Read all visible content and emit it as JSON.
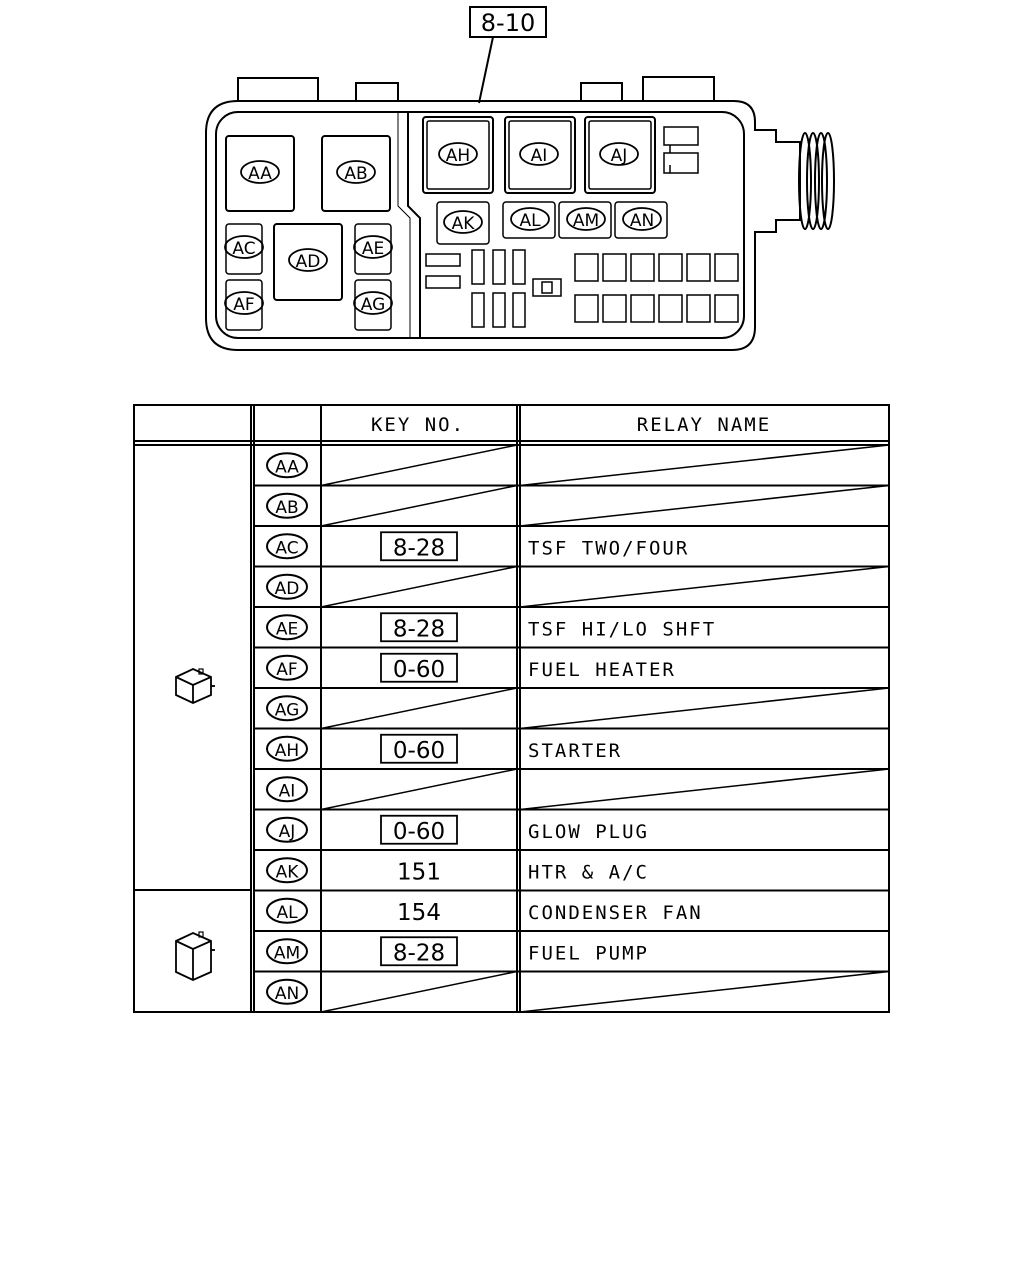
{
  "reference_box": "8-10",
  "fuse_box": {
    "large_relays": [
      "AA",
      "AB",
      "AD"
    ],
    "small_relays": [
      "AC",
      "AE",
      "AF",
      "AG"
    ],
    "top_relays": [
      "AH",
      "AI",
      "AJ"
    ],
    "row_relays": [
      "AK",
      "AL",
      "AM",
      "AN"
    ]
  },
  "table": {
    "headers": {
      "key": "KEY NO.",
      "name": "RELAY NAME"
    },
    "rows": [
      {
        "code": "AA",
        "key": "",
        "key_boxed": false,
        "name": ""
      },
      {
        "code": "AB",
        "key": "",
        "key_boxed": false,
        "name": ""
      },
      {
        "code": "AC",
        "key": "8-28",
        "key_boxed": true,
        "name": "TSF TWO/FOUR"
      },
      {
        "code": "AD",
        "key": "",
        "key_boxed": false,
        "name": ""
      },
      {
        "code": "AE",
        "key": "8-28",
        "key_boxed": true,
        "name": "TSF HI/LO SHFT"
      },
      {
        "code": "AF",
        "key": "0-60",
        "key_boxed": true,
        "name": "FUEL HEATER"
      },
      {
        "code": "AG",
        "key": "",
        "key_boxed": false,
        "name": ""
      },
      {
        "code": "AH",
        "key": "0-60",
        "key_boxed": true,
        "name": "STARTER"
      },
      {
        "code": "AI",
        "key": "",
        "key_boxed": false,
        "name": ""
      },
      {
        "code": "AJ",
        "key": "0-60",
        "key_boxed": true,
        "name": "GLOW PLUG"
      },
      {
        "code": "AK",
        "key": "151",
        "key_boxed": false,
        "name": "HTR & A/C"
      },
      {
        "code": "AL",
        "key": "154",
        "key_boxed": false,
        "name": "CONDENSER FAN"
      },
      {
        "code": "AM",
        "key": "8-28",
        "key_boxed": true,
        "name": "FUEL PUMP"
      },
      {
        "code": "AN",
        "key": "",
        "key_boxed": false,
        "name": ""
      }
    ],
    "groups": [
      {
        "icon": "square-relay-icon",
        "rows": 11
      },
      {
        "icon": "tall-relay-icon",
        "rows": 3
      }
    ]
  }
}
